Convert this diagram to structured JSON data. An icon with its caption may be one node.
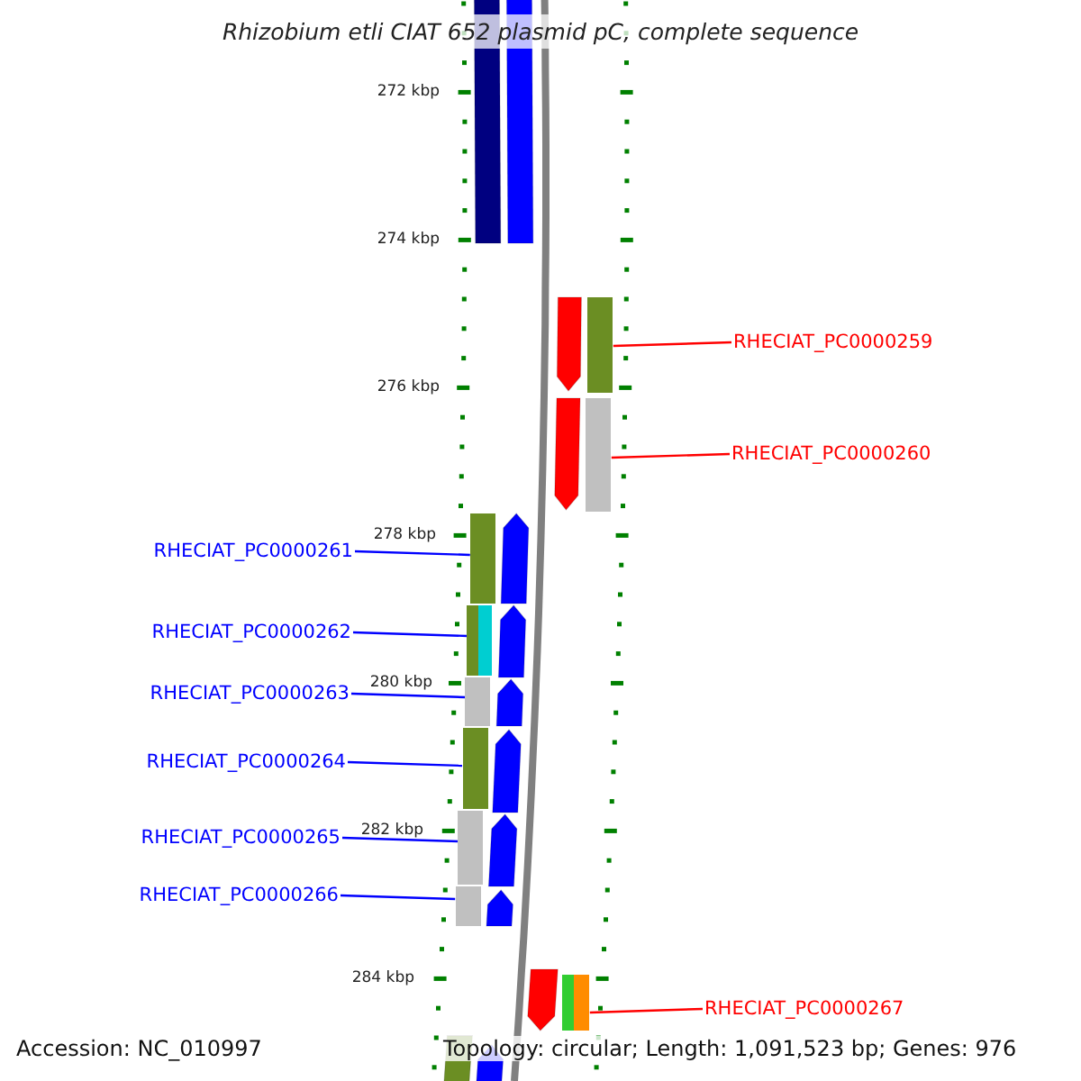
{
  "diagram": {
    "title": "Rhizobium etli CIAT 652 plasmid pC, complete sequence",
    "nodes": [
      {
        "text": [
          "RHECIAT_PC0000259"
        ]
      },
      {
        "text": [
          "RHECIAT_PC0000260"
        ]
      },
      {
        "text": [
          "RHECIAT_PC0000261"
        ]
      },
      {
        "text": [
          "RHECIAT_PC0000262"
        ]
      },
      {
        "text": [
          "RHECIAT_PC0000263"
        ]
      },
      {
        "text": [
          "RHECIAT_PC0000264"
        ]
      },
      {
        "text": [
          "RHECIAT_PC0000265"
        ]
      },
      {
        "text": [
          "RHECIAT_PC0000266"
        ]
      },
      {
        "text": [
          "RHECIAT_PC0000267"
        ]
      },
      {
        "text": [],
        "shape": "bar"
      },
      {
        "text": [],
        "shape": "bar"
      },
      {
        "text": [],
        "shape": "bar"
      },
      {
        "text": [],
        "shape": "bar"
      },
      {
        "text": [],
        "shape": "bar"
      },
      {
        "text": [],
        "shape": "bar"
      },
      {
        "text": [],
        "shape": "bar"
      },
      {
        "text": [],
        "shape": "bar"
      },
      {
        "text": [],
        "shape": "bar"
      }
    ],
    "edges": [
      {
        "from": 0,
        "to": 9,
        "arrow": "none",
        "color": "#ff0000"
      },
      {
        "from": 1,
        "to": 10,
        "arrow": "none",
        "color": "#ff0000"
      },
      {
        "from": 2,
        "to": 11,
        "arrow": "none"
      },
      {
        "from": 3,
        "to": 12,
        "arrow": "none"
      },
      {
        "from": 4,
        "to": 13,
        "arrow": "none"
      },
      {
        "from": 5,
        "to": 14,
        "arrow": "none"
      },
      {
        "from": 6,
        "to": 15,
        "arrow": "none"
      },
      {
        "from": 7,
        "to": 16,
        "arrow": "none"
      },
      {
        "from": 8,
        "to": 17,
        "arrow": "none",
        "color": "#ff0000"
      }
    ],
    "labels": [
      "272 kbp",
      "274 kbp",
      "276 kbp",
      "278 kbp",
      "280 kbp",
      "282 kbp",
      "284 kbp",
      "Accession: NC_010997",
      "Topology: circular; Length: 1,091,523 bp; Genes: 976"
    ]
  }
}
